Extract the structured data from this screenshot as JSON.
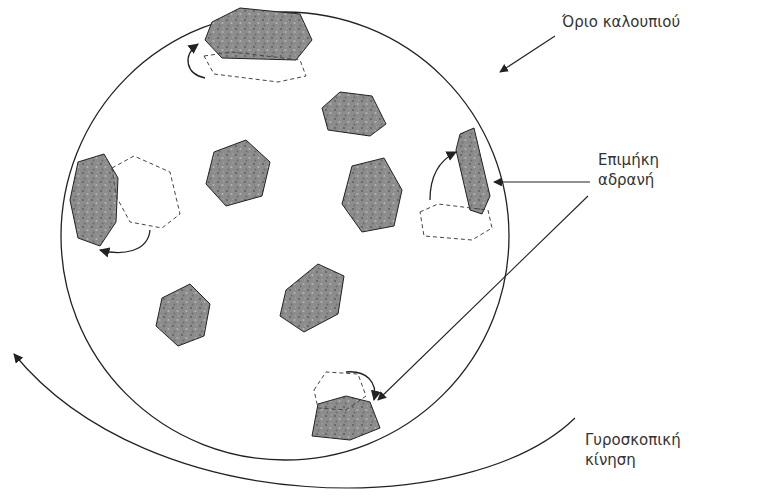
{
  "diagram": {
    "labels": [
      "Όριο καλουπιού",
      "Επιμήκη αδρανή",
      "Γυροσκοπική κίνηση"
    ]
  }
}
